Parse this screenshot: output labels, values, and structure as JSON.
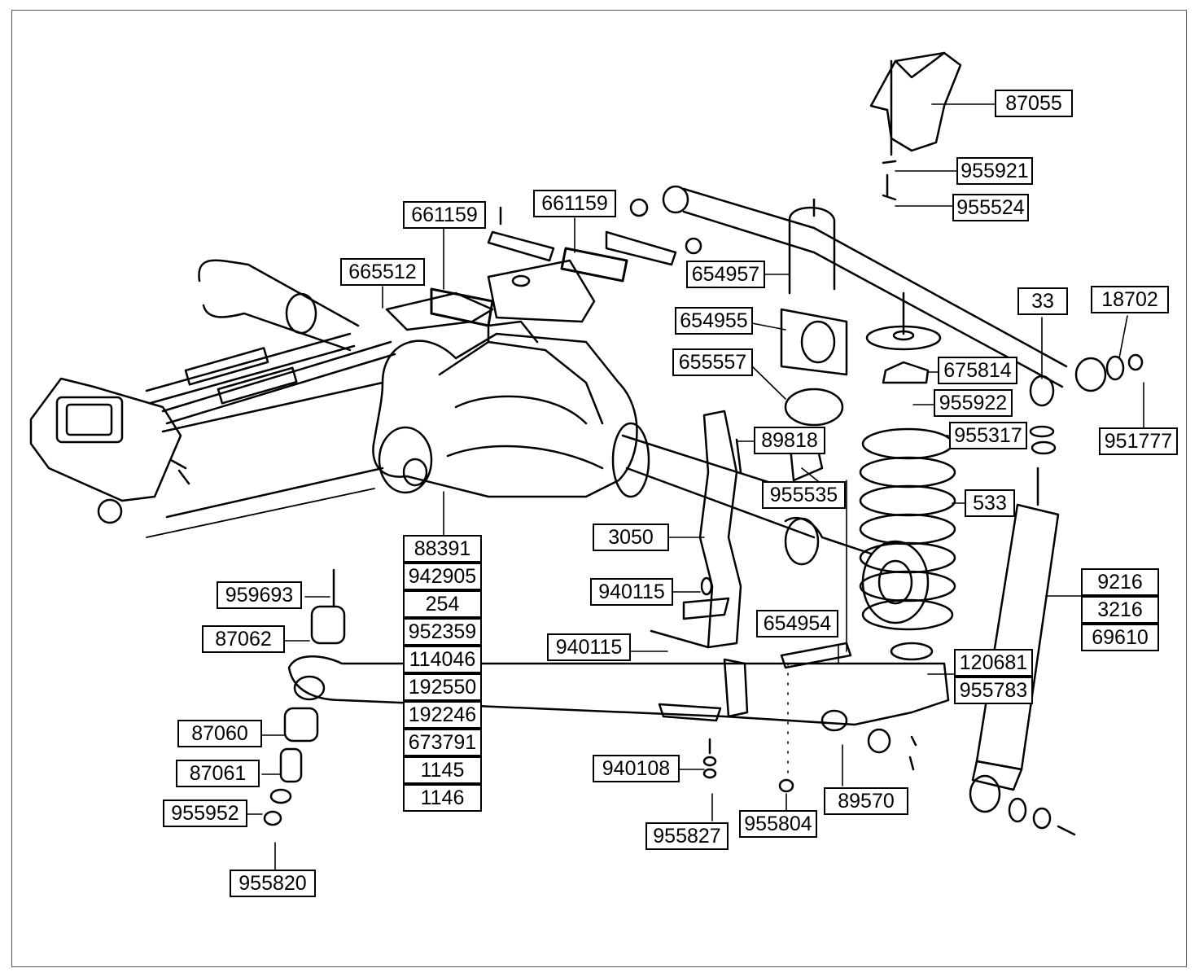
{
  "colors": {
    "ink": "#000000",
    "paper": "#ffffff",
    "frame": "#555555"
  },
  "parts": [
    {
      "id": "p87055",
      "text": "87055"
    },
    {
      "id": "p955921",
      "text": "955921"
    },
    {
      "id": "p955524",
      "text": "955524"
    },
    {
      "id": "p661159a",
      "text": "661159"
    },
    {
      "id": "p661159b",
      "text": "661159"
    },
    {
      "id": "p665512",
      "text": "665512"
    },
    {
      "id": "p654957",
      "text": "654957"
    },
    {
      "id": "p654955",
      "text": "654955"
    },
    {
      "id": "p655557",
      "text": "655557"
    },
    {
      "id": "p33",
      "text": "33"
    },
    {
      "id": "p18702",
      "text": "18702"
    },
    {
      "id": "p675814",
      "text": "675814"
    },
    {
      "id": "p955922",
      "text": "955922"
    },
    {
      "id": "p955317",
      "text": "955317"
    },
    {
      "id": "p951777",
      "text": "951777"
    },
    {
      "id": "p89818",
      "text": "89818"
    },
    {
      "id": "p955535",
      "text": "955535"
    },
    {
      "id": "p533",
      "text": "533"
    },
    {
      "id": "p3050",
      "text": "3050"
    },
    {
      "id": "s88391",
      "text": "88391"
    },
    {
      "id": "s942905",
      "text": "942905"
    },
    {
      "id": "s254",
      "text": "254"
    },
    {
      "id": "s952359",
      "text": "952359"
    },
    {
      "id": "s114046",
      "text": "114046"
    },
    {
      "id": "s192550",
      "text": "192550"
    },
    {
      "id": "s192246",
      "text": "192246"
    },
    {
      "id": "s673791",
      "text": "673791"
    },
    {
      "id": "s1145",
      "text": "1145"
    },
    {
      "id": "s1146",
      "text": "1146"
    },
    {
      "id": "r9216",
      "text": "9216"
    },
    {
      "id": "r3216",
      "text": "3216"
    },
    {
      "id": "r69610",
      "text": "69610"
    },
    {
      "id": "p959693",
      "text": "959693"
    },
    {
      "id": "p87062",
      "text": "87062"
    },
    {
      "id": "p940115a",
      "text": "940115"
    },
    {
      "id": "p940115b",
      "text": "940115"
    },
    {
      "id": "p654954",
      "text": "654954"
    },
    {
      "id": "p120681",
      "text": "120681"
    },
    {
      "id": "p955783",
      "text": "955783"
    },
    {
      "id": "p87060",
      "text": "87060"
    },
    {
      "id": "p87061",
      "text": "87061"
    },
    {
      "id": "p955952",
      "text": "955952"
    },
    {
      "id": "p940108",
      "text": "940108"
    },
    {
      "id": "p89570",
      "text": "89570"
    },
    {
      "id": "p955804",
      "text": "955804"
    },
    {
      "id": "p955827",
      "text": "955827"
    },
    {
      "id": "p955820",
      "text": "955820"
    }
  ]
}
